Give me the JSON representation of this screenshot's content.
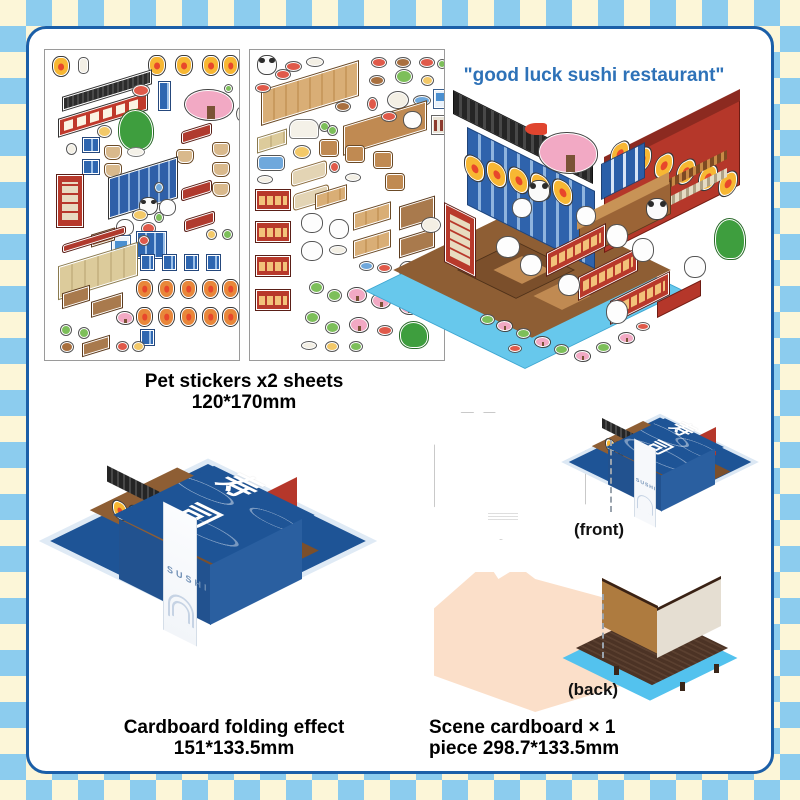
{
  "meta": {
    "accent_blue": "#1B5FA8",
    "title_blue": "#2E72B8",
    "checker_blue": "#8CCCEE",
    "checker_cream": "#FCF6D8",
    "card_bg": "#FFFFFF",
    "box_blue": "#25589B",
    "peach": "#FBDFC9"
  },
  "header": {
    "title": "\"good luck sushi restaurant\""
  },
  "sections": [
    {
      "id": "pet-stickers",
      "caption_line1": "Pet stickers x2 sheets",
      "caption_line2": "120*170mm"
    },
    {
      "id": "cardboard-folding",
      "caption_line1": "Cardboard folding effect",
      "caption_line2": "151*133.5mm"
    },
    {
      "id": "scene-cardboard",
      "caption_line1": "Scene cardboard × 1",
      "caption_line2": "piece 298.7*133.5mm"
    }
  ],
  "captions": {
    "stickers": "Pet stickers x2 sheets\n120*170mm",
    "folding": "Cardboard folding effect\n151*133.5mm",
    "scene": "Scene cardboard × 1\npiece 298.7*133.5mm"
  },
  "labels": {
    "front": "(front)",
    "back": "(back)"
  },
  "packaging": {
    "band_text": "SUSHI",
    "lid_kanji": "寿司",
    "lid_kanji_char1": "司",
    "lid_kanji_char2": "寿"
  },
  "sticker_sheets": [
    {
      "index": 1,
      "name": "sticker-sheet-1",
      "theme": "Building exterior: roof tiles, red walls, windows, lanterns, sakura tree, doors, signage",
      "item_count_approx": 78
    },
    {
      "index": 2,
      "name": "sticker-sheet-2",
      "theme": "Furniture and food: tables, counters, stools, benches, sushi plates, pandas, bunnies, plants",
      "item_count_approx": 82
    }
  ],
  "scene": {
    "name": "isometric-sushi-restaurant-diorama",
    "elements": [
      "tiled black roof",
      "orange paper lanterns",
      "cherry blossom tree",
      "blue noren curtains",
      "wooden sushi counter",
      "panda and bunny characters",
      "koi pond with lily pads",
      "red wooden railings",
      "shelves with bottles"
    ]
  }
}
